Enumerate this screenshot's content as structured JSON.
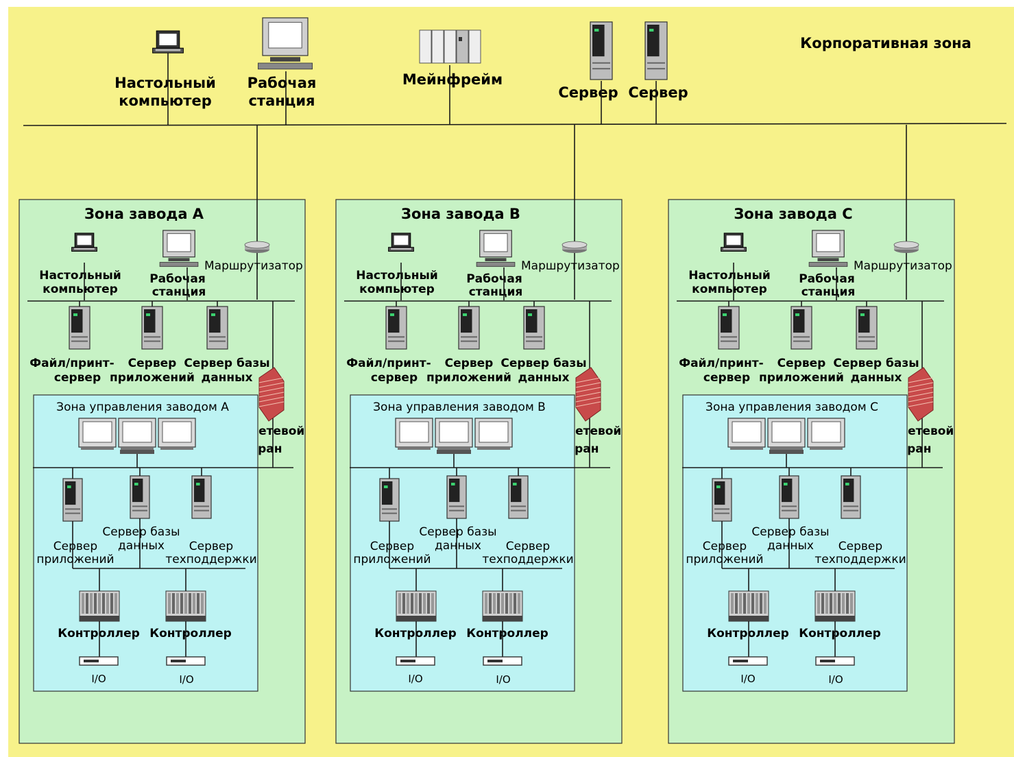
{
  "corporate": {
    "zone_label": "Корпоративная зона",
    "desktop_label": [
      "Настольный",
      "компьютер"
    ],
    "workstation_label": [
      "Рабочая",
      "станция"
    ],
    "mainframe_label": "Мейнфрейм",
    "server1_label": "Сервер",
    "server2_label": "Сервер"
  },
  "plants": [
    {
      "title": "Зона завода A",
      "control_title": "Зона управления заводом A"
    },
    {
      "title": "Зона завода B",
      "control_title": "Зона управления заводом B"
    },
    {
      "title": "Зона завода C",
      "control_title": "Зона управления заводом C"
    }
  ],
  "plant_labels": {
    "desktop": [
      "Настольный",
      "компьютер"
    ],
    "workstation": [
      "Рабочая",
      "станция"
    ],
    "router": "Маршрутизатор",
    "file_print": [
      "Файл/принт-",
      "сервер"
    ],
    "app_server": [
      "Сервер",
      "приложений"
    ],
    "db_server": [
      "Сервер базы",
      "данных"
    ],
    "firewall": [
      "Межсетевой",
      "экран"
    ],
    "ctrl_app_server": [
      "Сервер",
      "приложений"
    ],
    "ctrl_db_server": [
      "Сервер базы",
      "данных"
    ],
    "ctrl_support_server": [
      "Сервер",
      "техподдержки"
    ],
    "controller": "Контроллер",
    "io": "I/O"
  },
  "colors": {
    "background": "#f7f28a",
    "plant_zone": "#c7f2c5",
    "control_zone": "#bdf3f3",
    "line": "#1a1a1a",
    "brick": "#c84a4a"
  }
}
